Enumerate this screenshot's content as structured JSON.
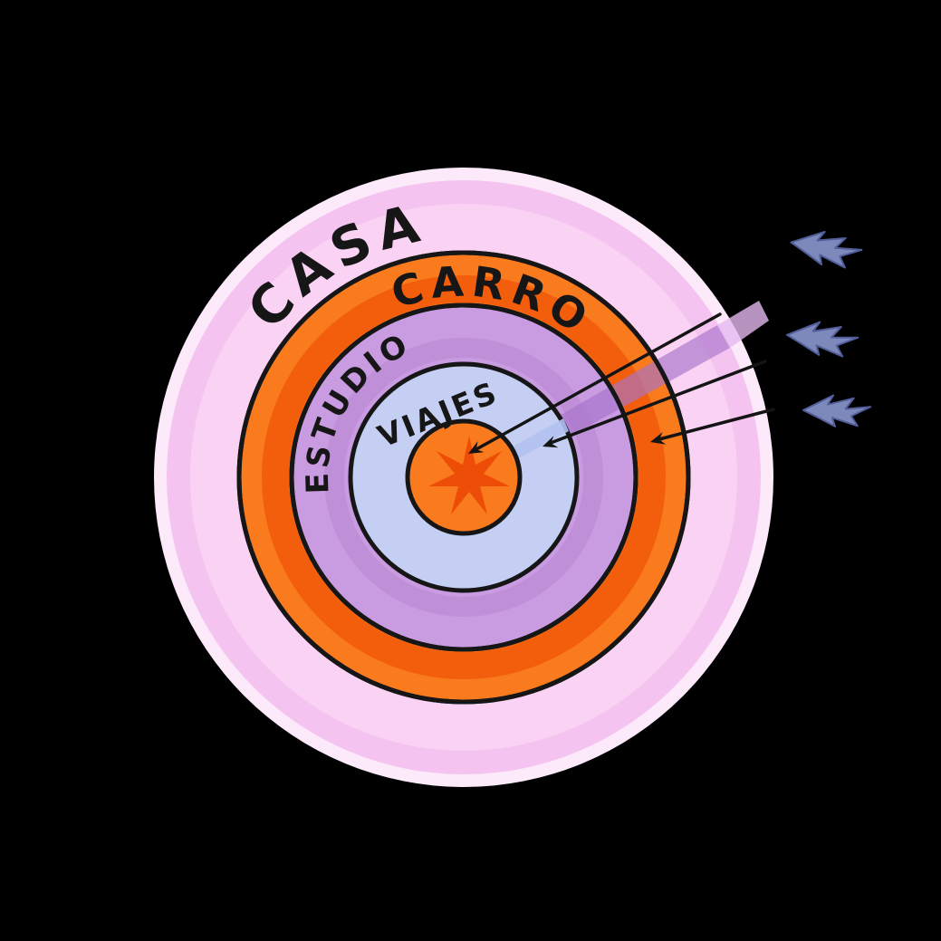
{
  "diagram": {
    "type": "concentric-priorities",
    "background": "#000000",
    "ink": "#161616",
    "rings": [
      {
        "label": "CASA",
        "fill": "#f9d2f4",
        "rim": "#fceafb",
        "band": "#f5c3ef"
      },
      {
        "label": "CARRO",
        "fill": "#fa7a1e",
        "shade": "#f15808"
      },
      {
        "label": "ESTUDIO",
        "fill": "#c99be1",
        "shade": "#b687d2"
      },
      {
        "label": "VIAJES",
        "fill": "#c5cff4",
        "streak": "#b3c1f1"
      }
    ],
    "center": {
      "fill": "#fa7a1e",
      "star": "#ee4d07"
    },
    "trail": {
      "purple": "#a773cb",
      "pink": "#e3b9ef"
    },
    "incoming_arrows": 3,
    "darts": {
      "fill": "#7e89bb",
      "stroke": "#525e9b",
      "count": 3
    }
  }
}
